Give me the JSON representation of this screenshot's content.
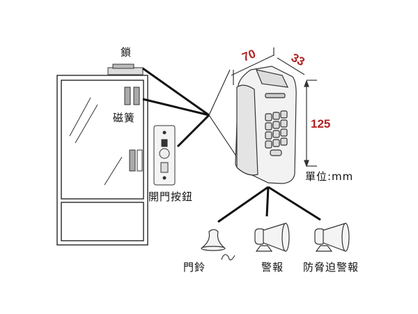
{
  "labels": {
    "lock": "鎖",
    "magnetic_contact": "磁簧",
    "exit_button": "開門按鈕",
    "unit": "單位:mm",
    "doorbell": "門鈴",
    "alarm": "警報",
    "duress_alarm": "防脅迫警報"
  },
  "dimensions": {
    "width": "70",
    "depth": "33",
    "height": "125"
  },
  "colors": {
    "dimension_text": "#b22222",
    "line": "#111111"
  }
}
